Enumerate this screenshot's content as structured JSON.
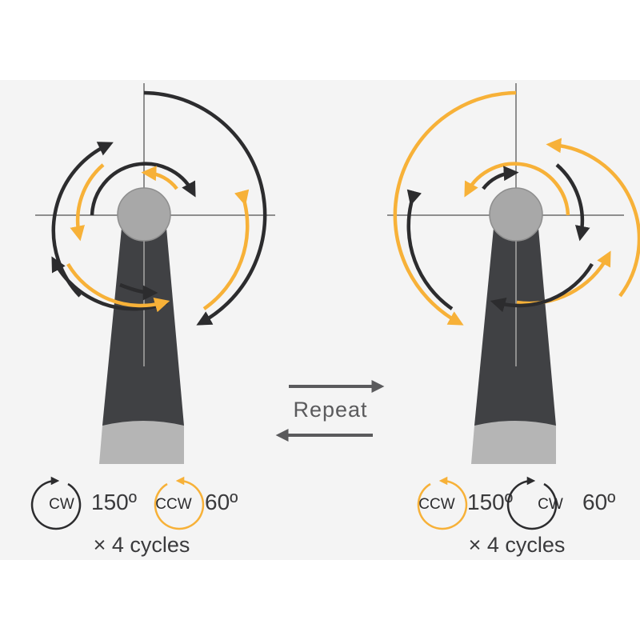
{
  "colors": {
    "dark": "#2c2c2e",
    "orange": "#f7b138",
    "instrument": "#404144",
    "tip": "#b5b5b5",
    "hub": "#a8a8a8",
    "crosshair": "#8e8e8e",
    "repeat_arrow": "#5a5a5c",
    "background": "#f4f4f4"
  },
  "left_sequence": {
    "step1": {
      "direction": "CW",
      "angle": "150º"
    },
    "step2": {
      "direction": "CCW",
      "angle": "60º"
    },
    "cycles": "× 4 cycles"
  },
  "center": {
    "label": "Repeat"
  },
  "right_sequence": {
    "step1": {
      "direction": "CCW",
      "angle": "150º"
    },
    "step2": {
      "direction": "CW",
      "angle": "60º"
    },
    "cycles": "× 4 cycles"
  }
}
